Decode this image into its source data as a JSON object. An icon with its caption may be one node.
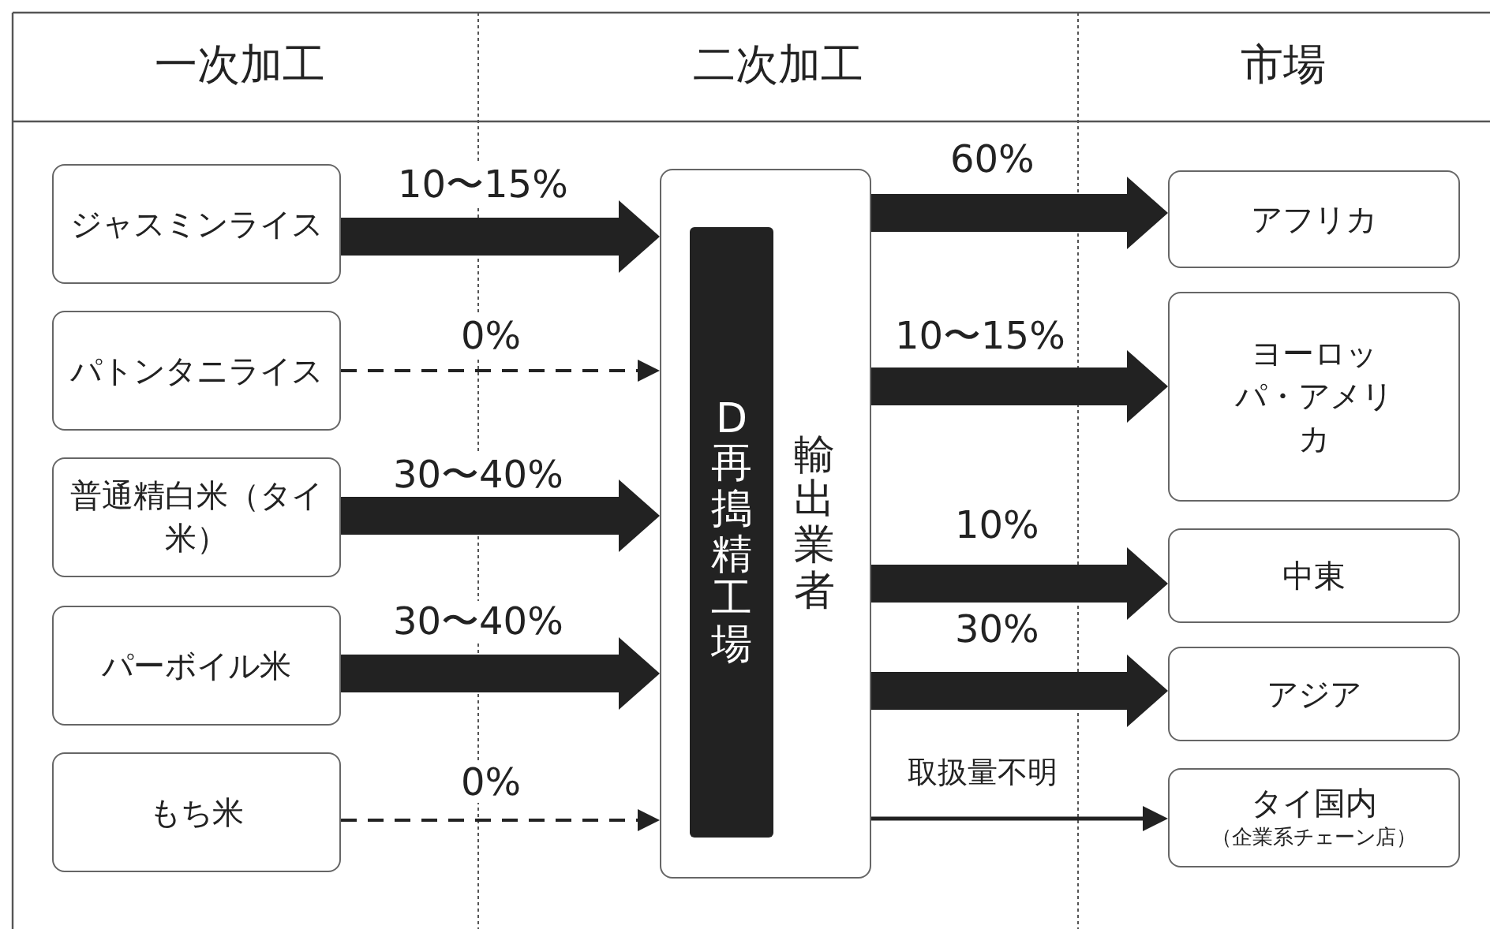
{
  "diagram": {
    "nodes": [
      {
        "text": [
          "ジャスミンライス"
        ]
      },
      {
        "text": [
          "パトンタニライス"
        ]
      },
      {
        "text": [
          "普通精白米（タイ米）"
        ]
      },
      {
        "text": [
          "パーボイル米"
        ]
      },
      {
        "text": [
          "もち米"
        ]
      },
      {
        "text": [
          "輸出業者"
        ]
      },
      {
        "text": [
          "D再搗精工場"
        ],
        "in": 5
      },
      {
        "text": [
          "アフリカ"
        ]
      },
      {
        "text": [
          "ヨーロッパ・アメリカ"
        ]
      },
      {
        "text": [
          "中東"
        ]
      },
      {
        "text": [
          "アジア"
        ]
      },
      {
        "text": [
          "タイ国内",
          "（企業系チェーン店）"
        ]
      }
    ],
    "edges": [
      {
        "from": 0,
        "to": 5,
        "arrow": "to",
        "label": "10〜15%"
      },
      {
        "from": 1,
        "to": 5,
        "arrow": "to",
        "label": "0%",
        "style": "dashed"
      },
      {
        "from": 2,
        "to": 5,
        "arrow": "to",
        "label": "30〜40%"
      },
      {
        "from": 3,
        "to": 5,
        "arrow": "to",
        "label": "30〜40%"
      },
      {
        "from": 4,
        "to": 5,
        "arrow": "to",
        "label": "0%",
        "style": "dashed"
      },
      {
        "from": 5,
        "to": 7,
        "arrow": "to",
        "label": "60%"
      },
      {
        "from": 5,
        "to": 8,
        "arrow": "to",
        "label": "10〜15%"
      },
      {
        "from": 5,
        "to": 9,
        "arrow": "to",
        "label": "10%"
      },
      {
        "from": 5,
        "to": 10,
        "arrow": "to",
        "label": "30%"
      },
      {
        "from": 5,
        "to": 11,
        "arrow": "to",
        "label": "取扱量不明"
      }
    ],
    "labels": [
      "一次加工",
      "二次加工",
      "市場"
    ]
  }
}
